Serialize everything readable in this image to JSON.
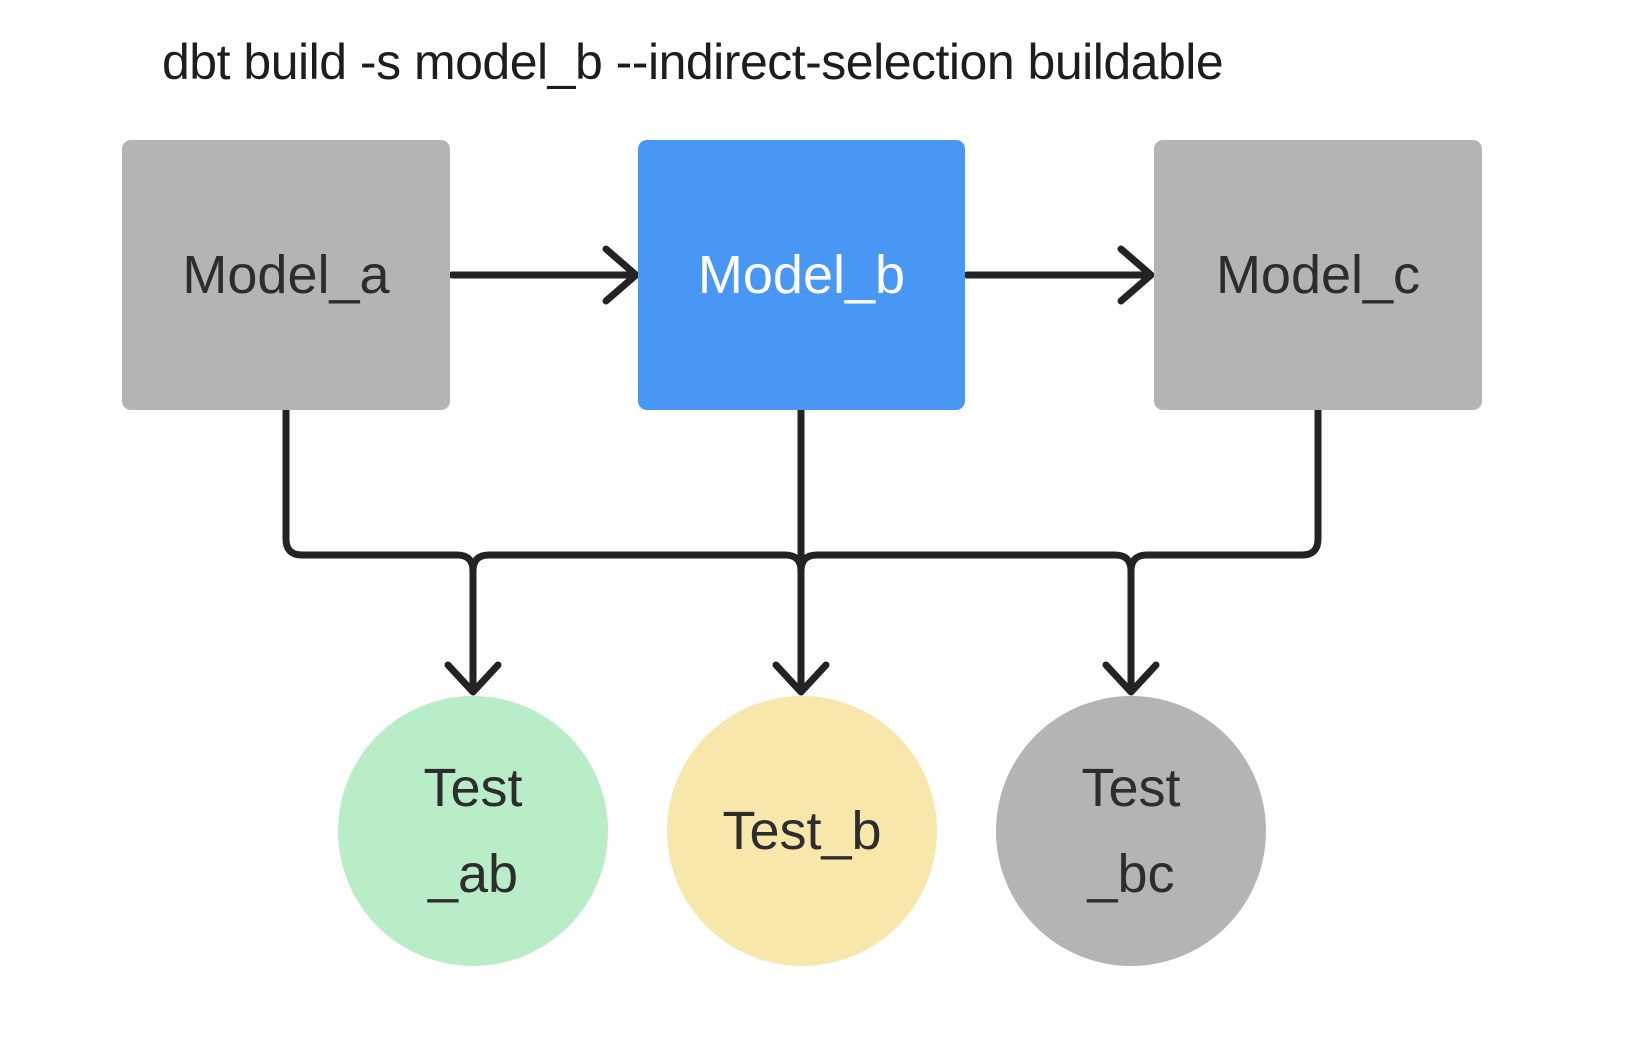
{
  "title": "dbt build -s model_b --indirect-selection buildable",
  "colors": {
    "background": "#ffffff",
    "edge": "#232323",
    "title_text": "#1d1d1f",
    "model_default_fill": "#b4b4b4",
    "model_selected_fill": "#4897f4",
    "model_default_text": "#2d2d2d",
    "model_selected_text": "#ffffff",
    "test_ab_fill": "#b9edc7",
    "test_b_fill": "#f8e7ab",
    "test_bc_fill": "#b4b4b4",
    "test_text": "#2d2d2d"
  },
  "models": [
    {
      "id": "model_a",
      "label": "Model_a",
      "state": "default"
    },
    {
      "id": "model_b",
      "label": "Model_b",
      "state": "selected"
    },
    {
      "id": "model_c",
      "label": "Model_c",
      "state": "default"
    }
  ],
  "tests": [
    {
      "id": "test_ab",
      "lines": [
        "Test",
        "_ab"
      ]
    },
    {
      "id": "test_b",
      "lines": [
        "Test_b"
      ]
    },
    {
      "id": "test_bc",
      "lines": [
        "Test",
        "_bc"
      ]
    }
  ],
  "edges": [
    {
      "from": "model_a",
      "to": "model_b"
    },
    {
      "from": "model_b",
      "to": "model_c"
    },
    {
      "from": "model_a",
      "to": "test_ab"
    },
    {
      "from": "model_b",
      "to": "test_ab"
    },
    {
      "from": "model_b",
      "to": "test_b"
    },
    {
      "from": "model_b",
      "to": "test_bc"
    },
    {
      "from": "model_c",
      "to": "test_bc"
    }
  ]
}
